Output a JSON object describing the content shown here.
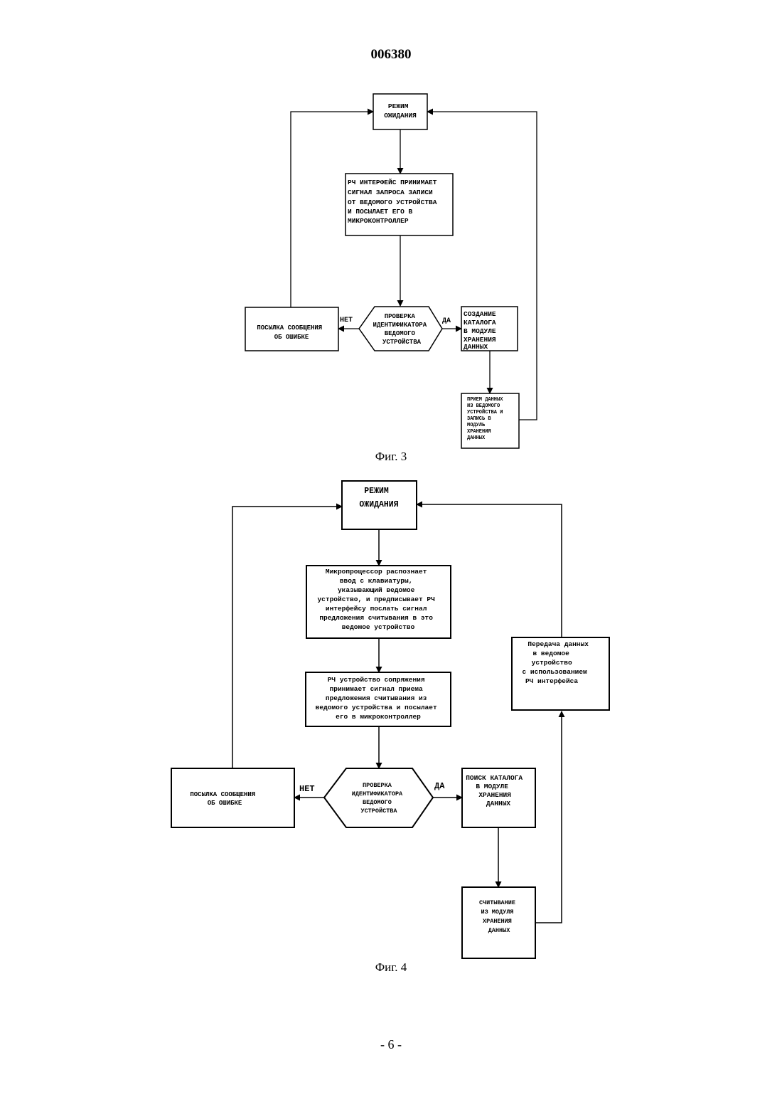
{
  "header": {
    "doc_number": "006380"
  },
  "footer": {
    "page_number": "- 6 -"
  },
  "fig3": {
    "caption": "Фиг. 3",
    "standby": [
      "РЕЖИМ",
      "ОЖИДАНИЯ"
    ],
    "rf_receive": [
      "РЧ ИНТЕРФЕЙС ПРИНИМАЕТ",
      "СИГНАЛ ЗАПРОСА ЗАПИСИ",
      "ОТ ВЕДОМОГО УСТРОЙСТВА",
      "И ПОСЫЛАЕТ ЕГО В",
      "МИКРОКОНТРОЛЛЕР"
    ],
    "check_id": [
      "ПРОВЕРКА",
      "ИДЕНТИФИКАТОРА",
      "ВЕДОМОГО",
      "УСТРОЙСТВА"
    ],
    "no_label": "НЕТ",
    "yes_label": "ДА",
    "error_msg": [
      "ПОСЫЛКА СООБЩЕНИЯ",
      "ОБ ОШИБКЕ"
    ],
    "create_catalog": [
      "СОЗДАНИЕ",
      "КАТАЛОГА",
      "В МОДУЛЕ",
      "ХРАНЕНИЯ",
      "ДАННЫХ"
    ],
    "receive_data": [
      "ПРИЕМ ДАННЫХ",
      "ИЗ ВЕДОМОГО",
      "УСТРОЙСТВА И",
      "ЗАПИСЬ В",
      "МОДУЛЬ",
      "ХРАНЕНИЯ",
      "ДАННЫХ"
    ]
  },
  "fig4": {
    "caption": "Фиг. 4",
    "standby": [
      "РЕЖИМ",
      "ОЖИДАНИЯ"
    ],
    "mp_recognize": [
      "Микропроцессор распознает",
      "ввод с клавиатуры,",
      "указывающий ведомое",
      "устройство, и предписывает РЧ",
      "интерфейсу послать сигнал",
      "предложения считывания в это",
      "ведомое устройство"
    ],
    "rf_receive": [
      "РЧ устройство сопряжения",
      "принимает сигнал приема",
      "предложения считывания из",
      "ведомого устройства и посылает",
      "его в микроконтроллер"
    ],
    "check_id": [
      "ПРОВЕРКА",
      "ИДЕНТИФИКАТОРА",
      "ВЕДОМОГО",
      "УСТРОЙСТВА"
    ],
    "no_label": "НЕТ",
    "yes_label": "ДА",
    "error_msg": [
      "ПОСЫЛКА СООБЩЕНИЯ",
      "ОБ ОШИБКЕ"
    ],
    "search_catalog": [
      "ПОИСК КАТАЛОГА",
      "В МОДУЛЕ",
      "ХРАНЕНИЯ",
      "ДАННЫХ"
    ],
    "read_module": [
      "СЧИТЫВАНИЕ",
      "ИЗ МОДУЛЯ",
      "ХРАНЕНИЯ",
      "ДАННЫХ"
    ],
    "transfer_data": [
      "Передача данных",
      "в ведомое",
      "устройство",
      "с использованием",
      "РЧ интерфейса"
    ]
  }
}
